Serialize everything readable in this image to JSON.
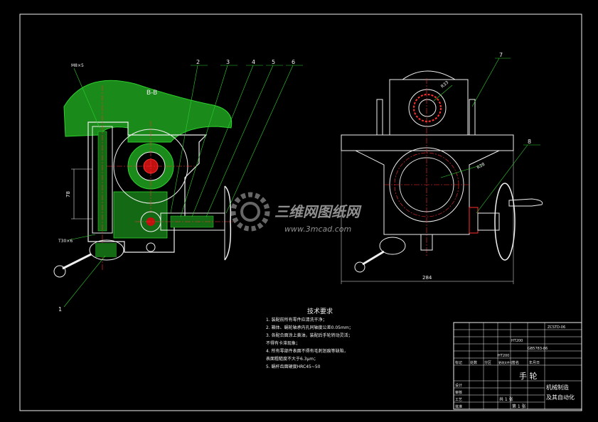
{
  "left_view": {
    "section_label": "B-B",
    "callouts": [
      "2",
      "3",
      "4",
      "5",
      "6",
      "1"
    ],
    "thread_label": "M8×5",
    "side_dim": "78",
    "bottom_dim": "T30×6"
  },
  "right_view": {
    "callouts": [
      "7",
      "8"
    ],
    "width_dim": "284",
    "radius_label": "R33",
    "radius_label_2": "R28"
  },
  "watermark": {
    "brand": "三维网图纸网",
    "url": "www.3mcad.com"
  },
  "tech_requirements": {
    "title": "技术要求",
    "lines": [
      "1. 装配前所有零件应清洗干净；",
      "2. 箱体、蜗轮轴承内孔同轴度公差0.05mm；",
      "3. 各配合面涂上黄油，装配后手轮转动灵活；",
      "   不得有卡滞现象；",
      "4. 所有零部件表面不得有毛刺划痕等缺陷，",
      "   表面粗糙度不大于6.3μm；",
      "5. 蜗杆齿面硬度HRC45~50"
    ]
  },
  "title_block": {
    "drawing_title": "手  轮",
    "school": "机械制造",
    "major": "及其自动化",
    "scale_row": "共 1 张",
    "sheet_row": "第 1 张",
    "rows": [
      "标记",
      "处数",
      "分区",
      "更改文件号",
      "签名",
      "年月日"
    ],
    "roles": [
      "设计",
      "审核",
      "工艺",
      "批准"
    ],
    "codes": [
      "ZCSTD-06",
      "HT200",
      "GB5783-86",
      "HT200"
    ]
  }
}
